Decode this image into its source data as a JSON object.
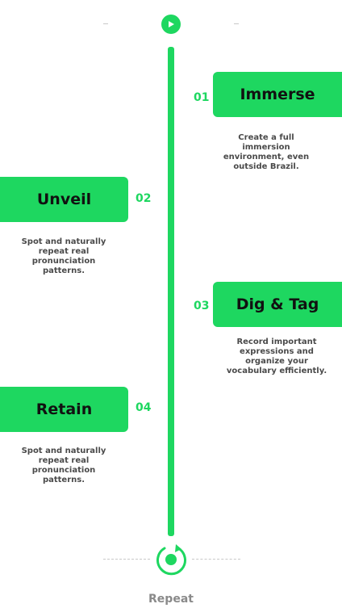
{
  "steps": [
    {
      "number": "01",
      "title": "Immerse",
      "description": "Create a full immersion environment, even outside Brazil."
    },
    {
      "number": "02",
      "title": "Unveil",
      "description": "Spot and naturally repeat real pronunciation patterns."
    },
    {
      "number": "03",
      "title": "Dig & Tag",
      "description": "Record important expressions and organize your vocabulary efficiently."
    },
    {
      "number": "04",
      "title": "Retain",
      "description": "Spot and naturally repeat real pronunciation patterns."
    }
  ],
  "footer": {
    "repeat_label": "Repeat"
  },
  "colors": {
    "accent": "#1ed760",
    "text_dark": "#111111",
    "text_muted": "#4a4a4a"
  },
  "icons": {
    "start": "play-icon",
    "loop": "repeat-icon"
  }
}
